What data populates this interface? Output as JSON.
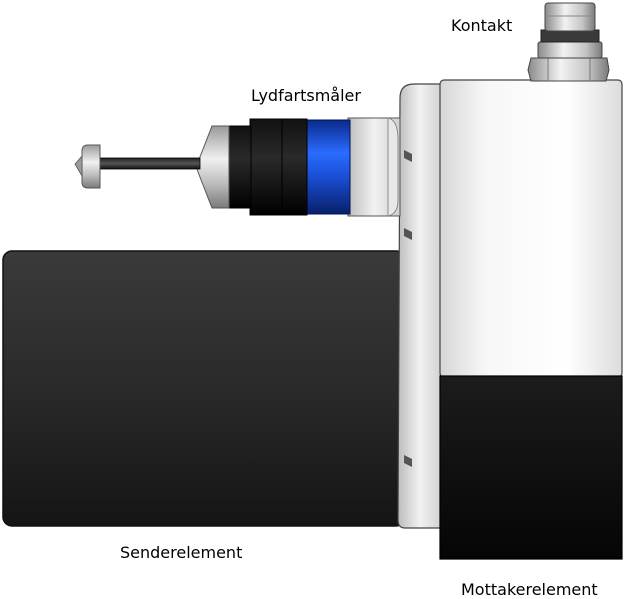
{
  "labels": {
    "connector": "Kontakt",
    "sound_velocity_meter": "Lydfartsmåler",
    "transmitter_element": "Senderelement",
    "receiver_element": "Mottakerelement"
  },
  "colors": {
    "background": "#ffffff",
    "transmitter_body": "#2b2b2b",
    "receiver_block": "#0f0f0f",
    "housing": "#f2f2f2",
    "accent_blue": "#1a4fd6"
  }
}
